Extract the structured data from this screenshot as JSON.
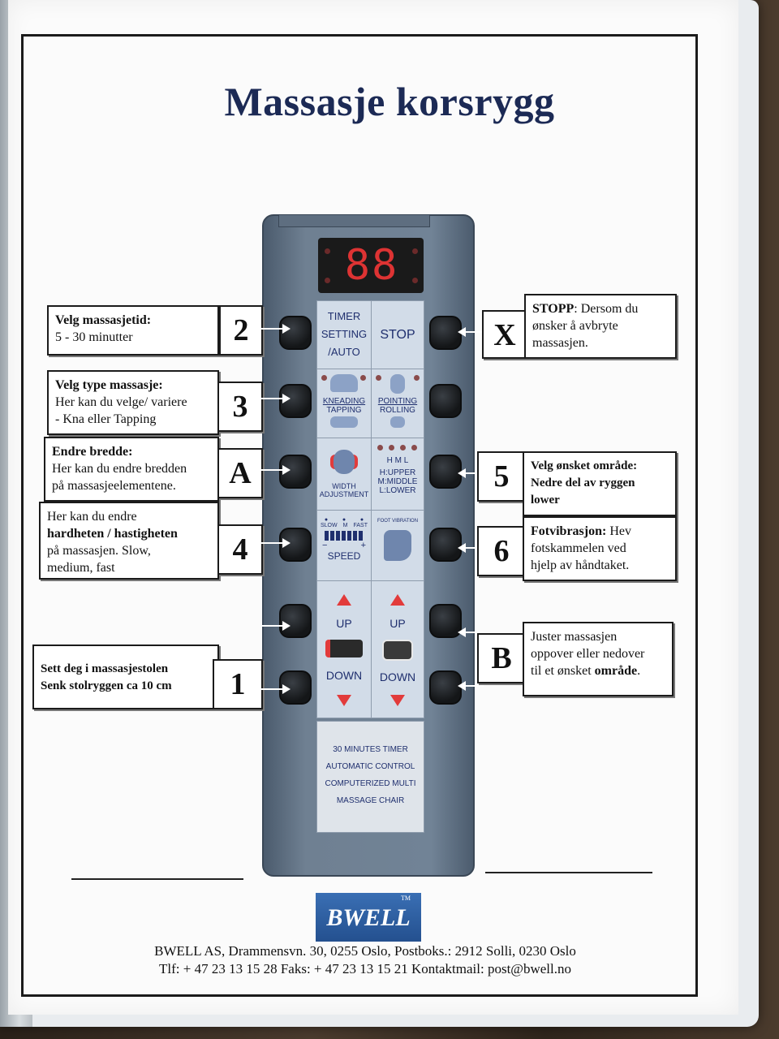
{
  "title": "Massasje korsrygg",
  "display": "88",
  "panel": {
    "timer": [
      "TIMER",
      "SETTING",
      "/AUTO"
    ],
    "stop": "STOP",
    "kneading": "KNEADING",
    "tapping": "TAPPING",
    "pointing": "POINTING",
    "rolling": "ROLLING",
    "width": "WIDTH",
    "adjustment": "ADJUSTMENT",
    "hml": "H   M   L",
    "upper": "H:UPPER",
    "middle": "M:MIDDLE",
    "lower": "L:LOWER",
    "slow": "SLOW",
    "m": "M",
    "fast": "FAST",
    "minus": "−",
    "plus": "+",
    "speed": "SPEED",
    "foot": "FOOT VIBRATION",
    "up": "UP",
    "down": "DOWN",
    "info": [
      "30 MINUTES TIMER",
      "AUTOMATIC CONTROL",
      "COMPUTERIZED MULTI",
      "MASSAGE CHAIR"
    ]
  },
  "callouts": {
    "c2": {
      "num": "2",
      "bold": "Velg massasjetid:",
      "text": "5 - 30 minutter"
    },
    "c3": {
      "num": "3",
      "bold": "Velg type massasje:",
      "text1": "Her kan du velge/ variere",
      "text2": "- Kna eller Tapping"
    },
    "cA": {
      "num": "A",
      "bold": "Endre bredde:",
      "text1": "Her kan du endre bredden",
      "text2": "på massasjeelementene."
    },
    "c4": {
      "num": "4",
      "pre": "Her kan du endre",
      "bold": "hardheten / hastigheten",
      "text1": "på massasjen. Slow,",
      "text2": "medium, fast"
    },
    "c1": {
      "num": "1",
      "line1": "Sett deg i massasjestolen",
      "line2": "Senk stolryggen ca 10 cm"
    },
    "cX": {
      "num": "X",
      "bold": "STOPP",
      "text0": ": Dersom du",
      "text1": "ønsker å avbryte",
      "text2": "massasjen."
    },
    "c5": {
      "num": "5",
      "line1": "Velg ønsket område:",
      "line2": "Nedre del av ryggen",
      "line3": "lower"
    },
    "c6": {
      "num": "6",
      "bold": "Fotvibrasjon:",
      "text0": " Hev",
      "text1": "fotskammelen ved",
      "text2": "hjelp av håndtaket."
    },
    "cB": {
      "num": "B",
      "text1": "Juster massasjen",
      "text2": "oppover eller nedover",
      "text3": "til et ønsket",
      "bold": "område",
      "dot": "."
    }
  },
  "logo": {
    "text": "BWELL",
    "tm": "TM"
  },
  "footer": {
    "line1": "BWELL AS, Drammensvn. 30, 0255 Oslo, Postboks.: 2912 Solli, 0230 Oslo",
    "line2": "Tlf: + 47 23 13 15 28  Faks: + 47 23 13 15 21 Kontaktmail: post@bwell.no"
  }
}
